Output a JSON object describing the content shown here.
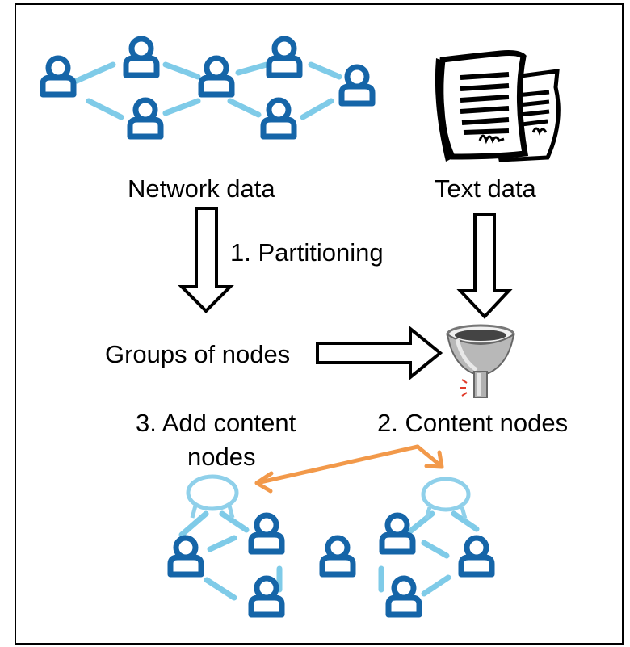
{
  "labels": {
    "network_data": "Network data",
    "text_data": "Text data",
    "partitioning": "1. Partitioning",
    "groups_of_nodes": "Groups of nodes",
    "add_content_nodes_line1": "3. Add content",
    "add_content_nodes_line2": "nodes",
    "content_nodes": "2. Content nodes"
  },
  "icons": {
    "person": "person-icon",
    "document": "document-icon",
    "funnel": "funnel-icon",
    "block_arrow": "block-arrow-icon"
  },
  "colors": {
    "person_dark": "#1565a8",
    "edge_light": "#7fcbe8",
    "content_node": "#8fd0ea",
    "orange_arrow": "#f2994a",
    "frame": "#000000"
  }
}
